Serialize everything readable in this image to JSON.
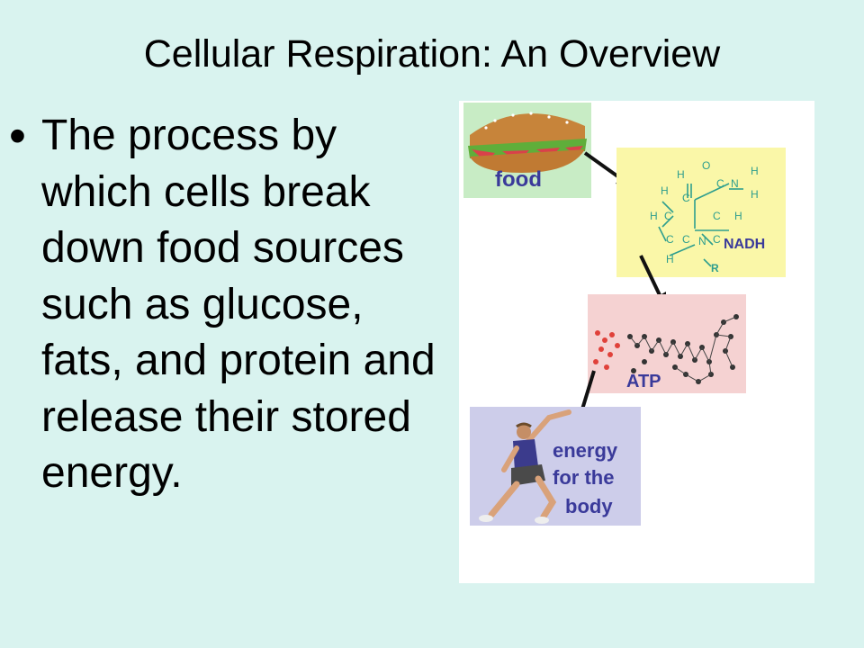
{
  "slide": {
    "title": "Cellular Respiration: An Overview",
    "bullet": "The process by which cells break down food sources such as glucose, fats, and protein and release their stored energy."
  },
  "figure": {
    "food_label": "food",
    "nadh_label": "NADH",
    "atp_label": "ATP",
    "energy_label": [
      "energy",
      "for the",
      "body"
    ],
    "nadh_atoms": [
      "O",
      "N",
      "H",
      "H",
      "H",
      "C",
      "C",
      "H",
      "C",
      "C",
      "H",
      "C",
      "C",
      "H",
      "C",
      "N",
      "H",
      "R"
    ],
    "colors": {
      "food_box": "#c8ecc5",
      "nadh_box": "#faf7a8",
      "atp_box": "#f5d2d2",
      "energy_box": "#cdcdea",
      "label_text": "#3a3a9a",
      "chem_text": "#2e9e8e"
    }
  }
}
